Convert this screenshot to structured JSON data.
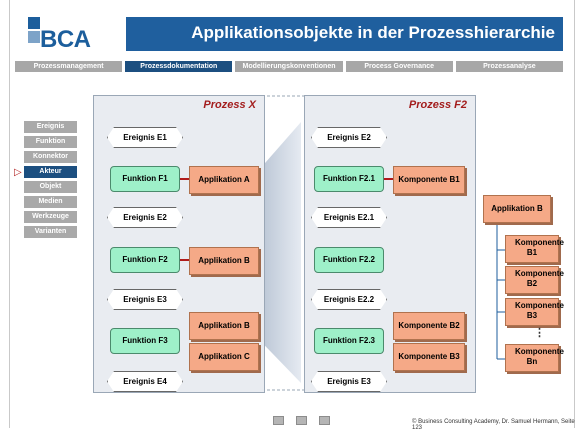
{
  "header": {
    "logo_text": "BCA",
    "title": "Applikationsobjekte in der Prozesshierarchie"
  },
  "nav": {
    "tabs": [
      "Prozessmanagement",
      "Prozessdokumentation",
      "Modellierungskonventionen",
      "Process Governance",
      "Prozessanalyse"
    ]
  },
  "side": {
    "items": [
      "Ereignis",
      "Funktion",
      "Konnektor",
      "Akteur",
      "Objekt",
      "Medien",
      "Werkzeuge",
      "Varianten"
    ],
    "active": "Akteur"
  },
  "panel_x": {
    "title": "Prozess X",
    "events": [
      "Ereignis E1",
      "Ereignis E2",
      "Ereignis E3",
      "Ereignis E4"
    ],
    "functions": [
      "Funktion F1",
      "Funktion F2",
      "Funktion F3"
    ],
    "apps": [
      "Applikation A",
      "Applikation B",
      "Applikation B",
      "Applikation C"
    ]
  },
  "panel_f2": {
    "title": "Prozess F2",
    "events": [
      "Ereignis E2",
      "Ereignis E2.1",
      "Ereignis E2.2",
      "Ereignis E3"
    ],
    "functions": [
      "Funktion F2.1",
      "Funktion F2.2",
      "Funktion F2.3"
    ],
    "components": [
      "Komponente B1",
      "Komponente B2",
      "Komponente B3"
    ]
  },
  "app_b_tree": {
    "root": "Applikation B",
    "components": [
      "Komponente B1",
      "Komponente B2",
      "Komponente B3",
      "Komponente Bn"
    ],
    "ellipsis": "⋮"
  },
  "footer": {
    "text": "© Business Consulting Academy, Dr. Samuel Hermann, Seite 123"
  },
  "colors": {
    "brand": "#1f5f9e",
    "function_fill": "#9ef0c9",
    "app_fill": "#f5a987",
    "accent_red": "#b01c1c"
  }
}
